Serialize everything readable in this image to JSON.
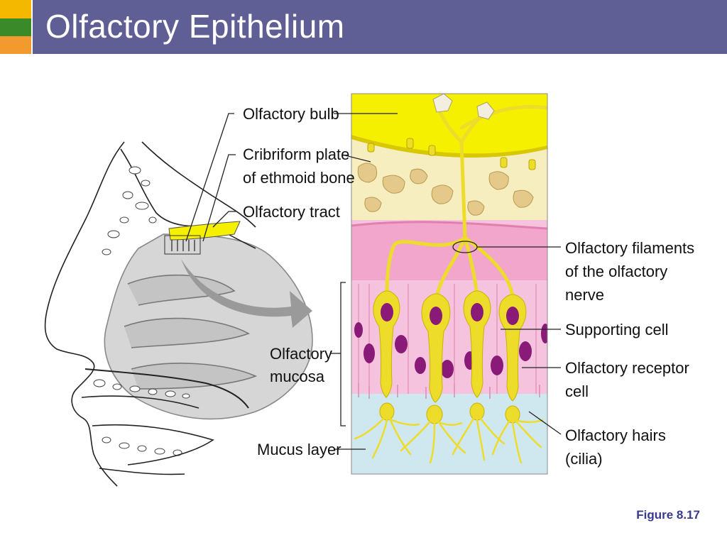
{
  "slide": {
    "title": "Olfactory Epithelium",
    "figure_ref": "Figure 8.17",
    "accent_colors": [
      "#f5b800",
      "#3a8a2a",
      "#f39a2e"
    ],
    "title_bar_color": "#5f5f95"
  },
  "diagram": {
    "labels": {
      "olfactory_bulb": "Olfactory bulb",
      "cribriform_1": "Cribriform plate",
      "cribriform_2": "of ethmoid bone",
      "olfactory_tract": "Olfactory tract",
      "filaments_1": "Olfactory filaments",
      "filaments_2": "of the olfactory",
      "filaments_3": "nerve",
      "supporting_cell": "Supporting cell",
      "receptor_1": "Olfactory receptor",
      "receptor_2": "cell",
      "hairs_1": "Olfactory hairs",
      "hairs_2": "(cilia)",
      "mucosa_1": "Olfactory",
      "mucosa_2": "mucosa",
      "mucus_layer": "Mucus layer"
    },
    "colors": {
      "bulb": "#f5f000",
      "bone": "#f6eebf",
      "lamina": "#f2a6cc",
      "epithelium": "#f5c3dd",
      "mucus": "#cfe8f0",
      "nucleus": "#8a1a78",
      "neuron": "#eedc2a",
      "arrow": "#9a9a9a"
    }
  }
}
